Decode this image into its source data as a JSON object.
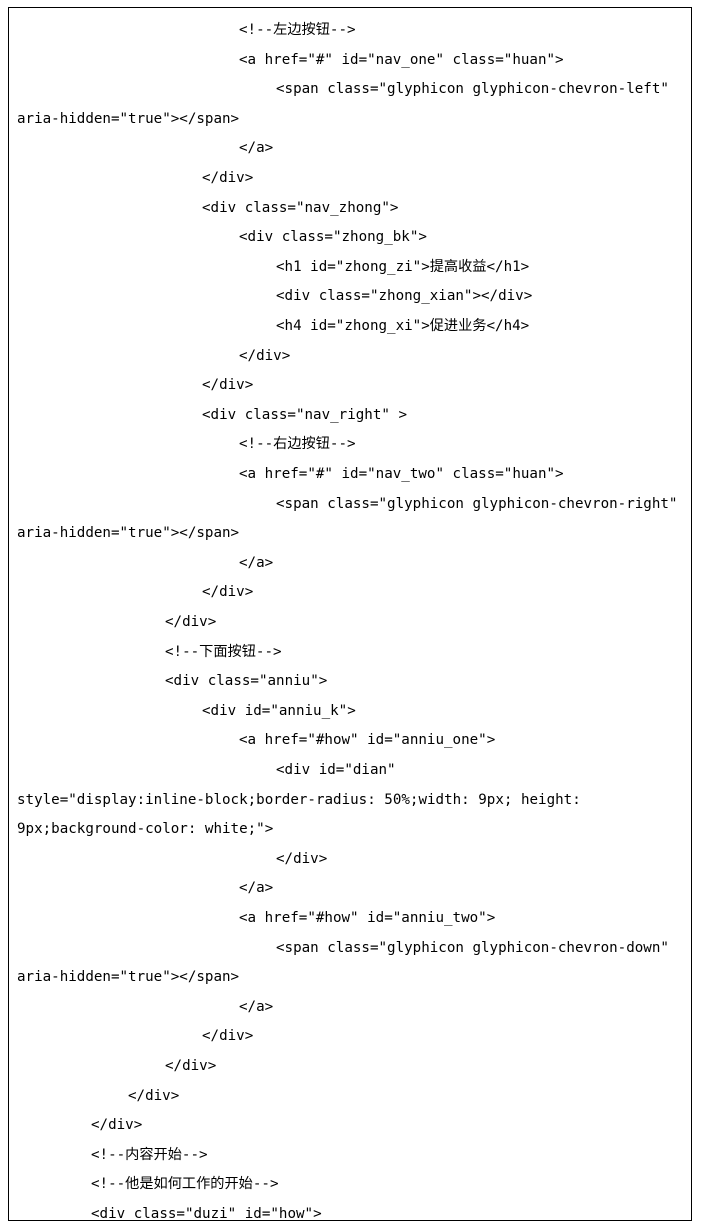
{
  "document": {
    "lines": [
      {
        "indent": 6,
        "text": "<!--左边按钮-->"
      },
      {
        "indent": 6,
        "text": "<a href=\"#\" id=\"nav_one\" class=\"huan\">"
      },
      {
        "indent": 7,
        "text": "<span class=\"glyphicon glyphicon-chevron-left\""
      },
      {
        "indent": 0,
        "text": "aria-hidden=\"true\"></span>"
      },
      {
        "indent": 6,
        "text": "</a>"
      },
      {
        "indent": 5,
        "text": "</div>"
      },
      {
        "indent": 5,
        "text": "<div class=\"nav_zhong\">"
      },
      {
        "indent": 6,
        "text": "<div class=\"zhong_bk\">"
      },
      {
        "indent": 7,
        "text": "<h1 id=\"zhong_zi\">提高收益</h1>"
      },
      {
        "indent": 7,
        "text": "<div class=\"zhong_xian\"></div>"
      },
      {
        "indent": 7,
        "text": "<h4 id=\"zhong_xi\">促进业务</h4>"
      },
      {
        "indent": 6,
        "text": "</div>"
      },
      {
        "indent": 5,
        "text": "</div>"
      },
      {
        "indent": 5,
        "text": "<div class=\"nav_right\" >"
      },
      {
        "indent": 6,
        "text": "<!--右边按钮-->"
      },
      {
        "indent": 6,
        "text": "<a href=\"#\" id=\"nav_two\" class=\"huan\">"
      },
      {
        "indent": 7,
        "text": "<span class=\"glyphicon glyphicon-chevron-right\""
      },
      {
        "indent": 0,
        "text": "aria-hidden=\"true\"></span>"
      },
      {
        "indent": 6,
        "text": "</a>"
      },
      {
        "indent": 5,
        "text": "</div>"
      },
      {
        "indent": 4,
        "text": "</div>"
      },
      {
        "indent": 4,
        "text": "<!--下面按钮-->"
      },
      {
        "indent": 4,
        "text": "<div class=\"anniu\">"
      },
      {
        "indent": 5,
        "text": "<div id=\"anniu_k\">"
      },
      {
        "indent": 6,
        "text": "<a href=\"#how\" id=\"anniu_one\">"
      },
      {
        "indent": 7,
        "text": "<div id=\"dian\""
      },
      {
        "indent": 0,
        "text": "style=\"display:inline-block;border-radius: 50%;width: 9px; height:"
      },
      {
        "indent": 0,
        "text": "9px;background-color: white;\">"
      },
      {
        "indent": 7,
        "text": "</div>"
      },
      {
        "indent": 6,
        "text": "</a>"
      },
      {
        "indent": 6,
        "text": "<a href=\"#how\" id=\"anniu_two\">"
      },
      {
        "indent": 7,
        "text": "<span class=\"glyphicon glyphicon-chevron-down\""
      },
      {
        "indent": 0,
        "text": "aria-hidden=\"true\"></span>"
      },
      {
        "indent": 6,
        "text": "</a>"
      },
      {
        "indent": 5,
        "text": "</div>"
      },
      {
        "indent": 4,
        "text": "</div>"
      },
      {
        "indent": 3,
        "text": "</div>"
      },
      {
        "indent": 2,
        "text": "</div>"
      },
      {
        "indent": 2,
        "text": "<!--内容开始-->"
      },
      {
        "indent": 2,
        "text": "<!--他是如何工作的开始-->"
      },
      {
        "indent": 2,
        "text": "<div class=\"duzi\" id=\"how\">"
      }
    ]
  }
}
